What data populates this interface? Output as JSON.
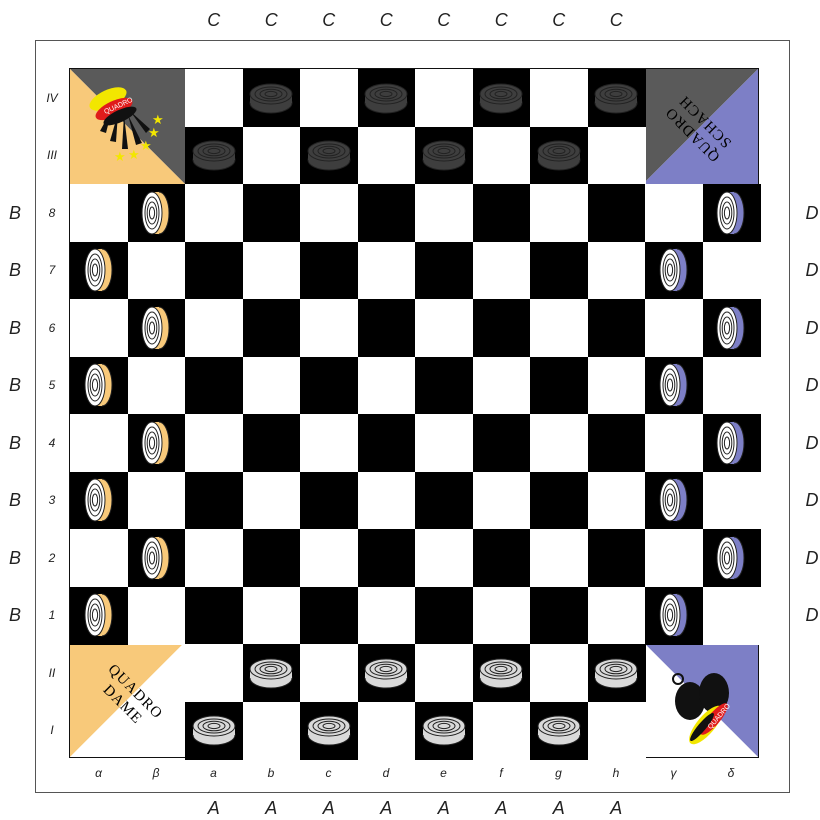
{
  "top_labels": [
    "C",
    "C",
    "C",
    "C",
    "C",
    "C",
    "C",
    "C"
  ],
  "bottom_labels": [
    "A",
    "A",
    "A",
    "A",
    "A",
    "A",
    "A",
    "A"
  ],
  "left_labels": [
    "B",
    "B",
    "B",
    "B",
    "B",
    "B",
    "B",
    "B"
  ],
  "right_labels": [
    "D",
    "D",
    "D",
    "D",
    "D",
    "D",
    "D",
    "D"
  ],
  "rank_labels": [
    "IV",
    "III",
    "8",
    "7",
    "6",
    "5",
    "4",
    "3",
    "2",
    "1",
    "II",
    "I"
  ],
  "file_labels": [
    "α",
    "β",
    "a",
    "b",
    "c",
    "d",
    "e",
    "f",
    "g",
    "h",
    "γ",
    "δ"
  ],
  "corners": {
    "top_left": {
      "logo_text": "QUADRO"
    },
    "top_right": {
      "line1": "QUADRO",
      "line2": "SCHACH"
    },
    "bottom_left": {
      "line1": "QUADRO",
      "line2": "DAME"
    },
    "bottom_right": {
      "logo_text": "QUADRO"
    }
  },
  "colors": {
    "orange_player": "#f8c97a",
    "blue_player": "#7d7fc6",
    "grey_player": "#3e3e3e",
    "white_player": "#d9d9d9",
    "corner_grey": "#5a5a5a"
  },
  "pieces": {
    "top_grey": [
      {
        "square": "b-IV"
      },
      {
        "square": "d-IV"
      },
      {
        "square": "f-IV"
      },
      {
        "square": "h-IV"
      },
      {
        "square": "a-III"
      },
      {
        "square": "c-III"
      },
      {
        "square": "e-III"
      },
      {
        "square": "g-III"
      }
    ],
    "bottom_white": [
      {
        "square": "b-II"
      },
      {
        "square": "d-II"
      },
      {
        "square": "f-II"
      },
      {
        "square": "h-II"
      },
      {
        "square": "a-I"
      },
      {
        "square": "c-I"
      },
      {
        "square": "e-I"
      },
      {
        "square": "g-I"
      }
    ],
    "left_orange": [
      {
        "square": "β-8"
      },
      {
        "square": "α-7"
      },
      {
        "square": "β-6"
      },
      {
        "square": "α-5"
      },
      {
        "square": "β-4"
      },
      {
        "square": "α-3"
      },
      {
        "square": "β-2"
      },
      {
        "square": "α-1"
      }
    ],
    "right_blue": [
      {
        "square": "δ-8"
      },
      {
        "square": "γ-7"
      },
      {
        "square": "δ-6"
      },
      {
        "square": "γ-5"
      },
      {
        "square": "δ-4"
      },
      {
        "square": "γ-3"
      },
      {
        "square": "δ-2"
      },
      {
        "square": "γ-1"
      }
    ]
  }
}
